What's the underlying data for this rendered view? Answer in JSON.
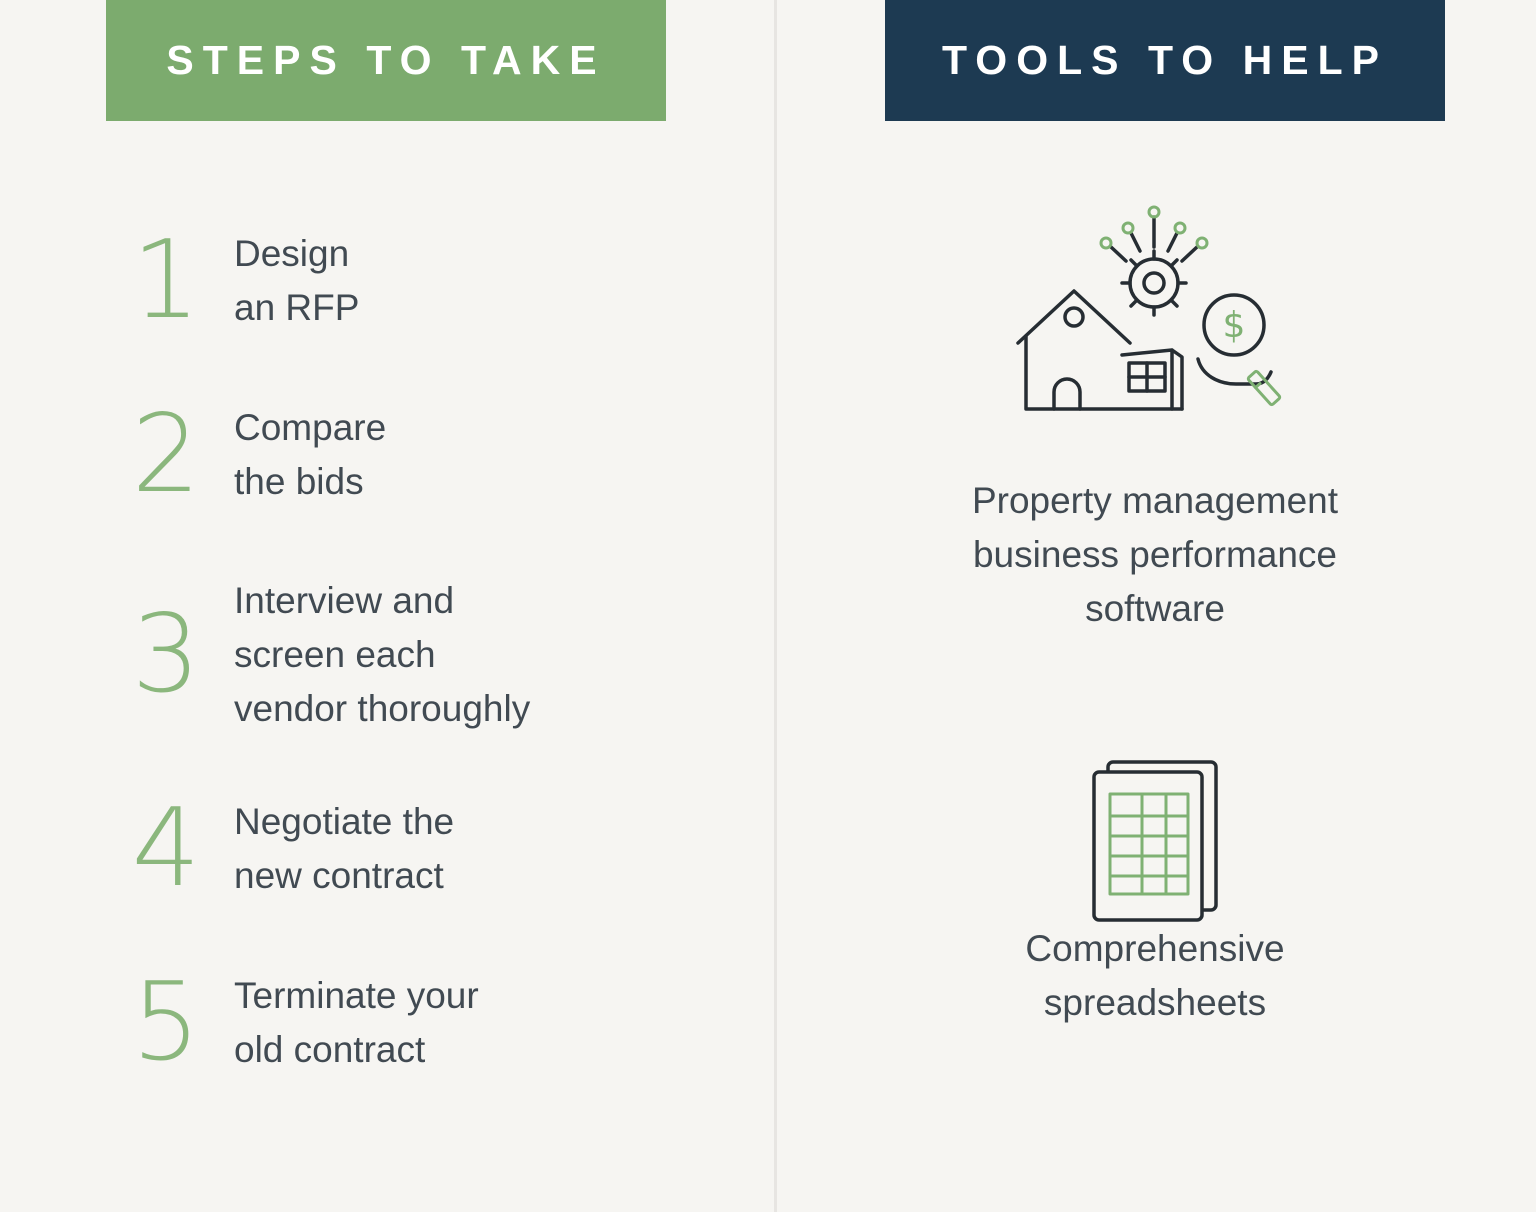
{
  "page": {
    "background": "#f6f5f2",
    "divider_color": "#e7e5e2"
  },
  "colors": {
    "header_green": "#7cab6e",
    "number_green": "#8bb77d",
    "header_navy": "#1d3a52",
    "body_text": "#414a52",
    "icon_stroke": "#262d33",
    "icon_accent": "#7fb173"
  },
  "left": {
    "header": "STEPS TO TAKE",
    "steps": [
      {
        "number": "1",
        "lines": [
          "Design",
          "an RFP"
        ]
      },
      {
        "number": "2",
        "lines": [
          "Compare",
          "the bids"
        ]
      },
      {
        "number": "3",
        "lines": [
          "Interview and",
          "screen each",
          "vendor thoroughly"
        ]
      },
      {
        "number": "4",
        "lines": [
          "Negotiate the",
          "new contract"
        ]
      },
      {
        "number": "5",
        "lines": [
          "Terminate your",
          "old contract"
        ]
      }
    ]
  },
  "right": {
    "header": "TOOLS TO HELP",
    "tools": [
      {
        "icon": "property-management-software-icon",
        "lines": [
          "Property management",
          "business performance",
          "software"
        ]
      },
      {
        "icon": "spreadsheet-icon",
        "lines": [
          "Comprehensive",
          "spreadsheets"
        ]
      }
    ]
  }
}
